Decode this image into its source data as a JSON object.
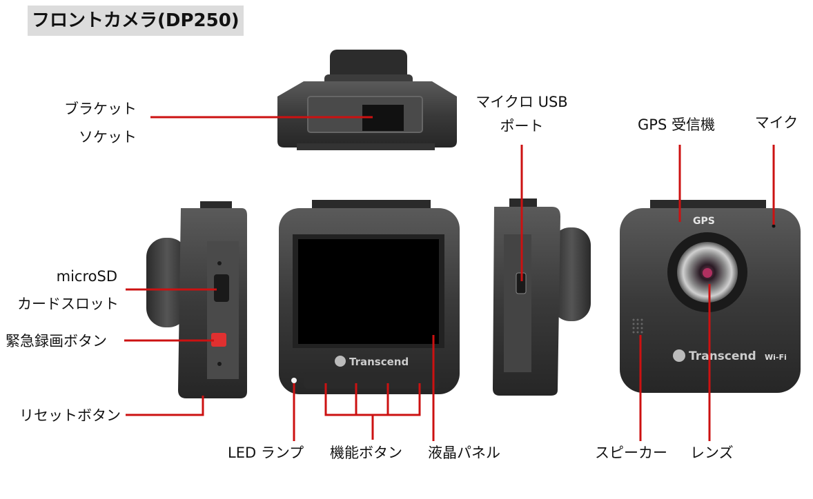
{
  "title": "フロントカメラ(DP250)",
  "labels": {
    "bracket_socket_1": "ブラケット",
    "bracket_socket_2": "ソケット",
    "micro_usb_1": "マイクロ USB",
    "micro_usb_2": "ポート",
    "gps_receiver": "GPS 受信機",
    "mic": "マイク",
    "microsd_1": "microSD",
    "microsd_2": "カードスロット",
    "emergency_button": "緊急録画ボタン",
    "reset_button": "リセットボタン",
    "led_lamp": "LED ランプ",
    "function_buttons": "機能ボタン",
    "lcd_panel": "液晶パネル",
    "speaker": "スピーカー",
    "lens": "レンズ"
  },
  "device_text": {
    "brand": "Transcend",
    "gps": "GPS",
    "wifi": "Wi-Fi"
  },
  "colors": {
    "leader": "#cc1111",
    "body": "#3a3a3a",
    "body_dark": "#1c1c1c",
    "screen": "#000000",
    "highlight": "#e03030",
    "title_bg": "#dcdcdc"
  }
}
